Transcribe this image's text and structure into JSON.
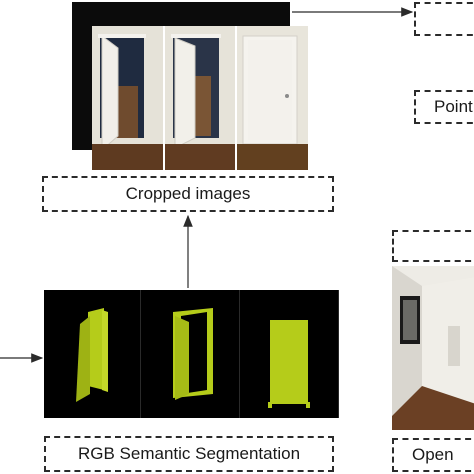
{
  "labels": {
    "cropped_images": "Cropped images",
    "rgb_semantic_segmentation": "RGB Semantic Segmentation",
    "point_cut": "Point",
    "open_cut": "Open"
  },
  "colors": {
    "segmentation_door": "#b5cc1a",
    "box_border": "#2b2b2b",
    "arrow": "#2b2b2b"
  }
}
